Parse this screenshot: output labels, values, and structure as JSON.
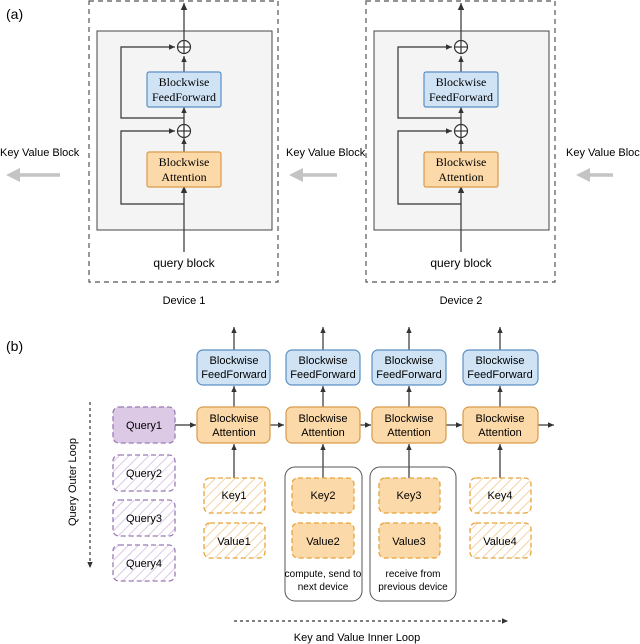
{
  "panel_a": {
    "label": "(a)",
    "kv_label": "Key Value Block",
    "ffn_line1": "Blockwise",
    "ffn_line2": "FeedForward",
    "attn_line1": "Blockwise",
    "attn_line2": "Attention",
    "query_block": "query block",
    "device1": "Device 1",
    "device2": "Device 2"
  },
  "panel_b": {
    "label": "(b)",
    "ffn_line1": "Blockwise",
    "ffn_line2": "FeedForward",
    "attn_line1": "Blockwise",
    "attn_line2": "Attention",
    "queries": [
      "Query1",
      "Query2",
      "Query3",
      "Query4"
    ],
    "keys": [
      "Key1",
      "Key2",
      "Key3",
      "Key4"
    ],
    "values": [
      "Value1",
      "Value2",
      "Value3",
      "Value4"
    ],
    "note_send_line1": "compute, send to",
    "note_send_line2": "next device",
    "note_recv_line1": "receive from",
    "note_recv_line2": "previous device",
    "outer_loop": "Query Outer Loop",
    "inner_loop": "Key and Value Inner Loop"
  },
  "colors": {
    "ffn_fill": "#cfe3f5",
    "ffn_stroke": "#5a8fc4",
    "attn_fill": "#fcd9a8",
    "attn_stroke": "#d99a4a",
    "kv_dash": "#e8a33a",
    "query_fill": "#dcc9e6",
    "query_stroke": "#9b7bb3",
    "device_bg": "#f4f4f4",
    "arrow_grey": "#c4c4c4"
  }
}
